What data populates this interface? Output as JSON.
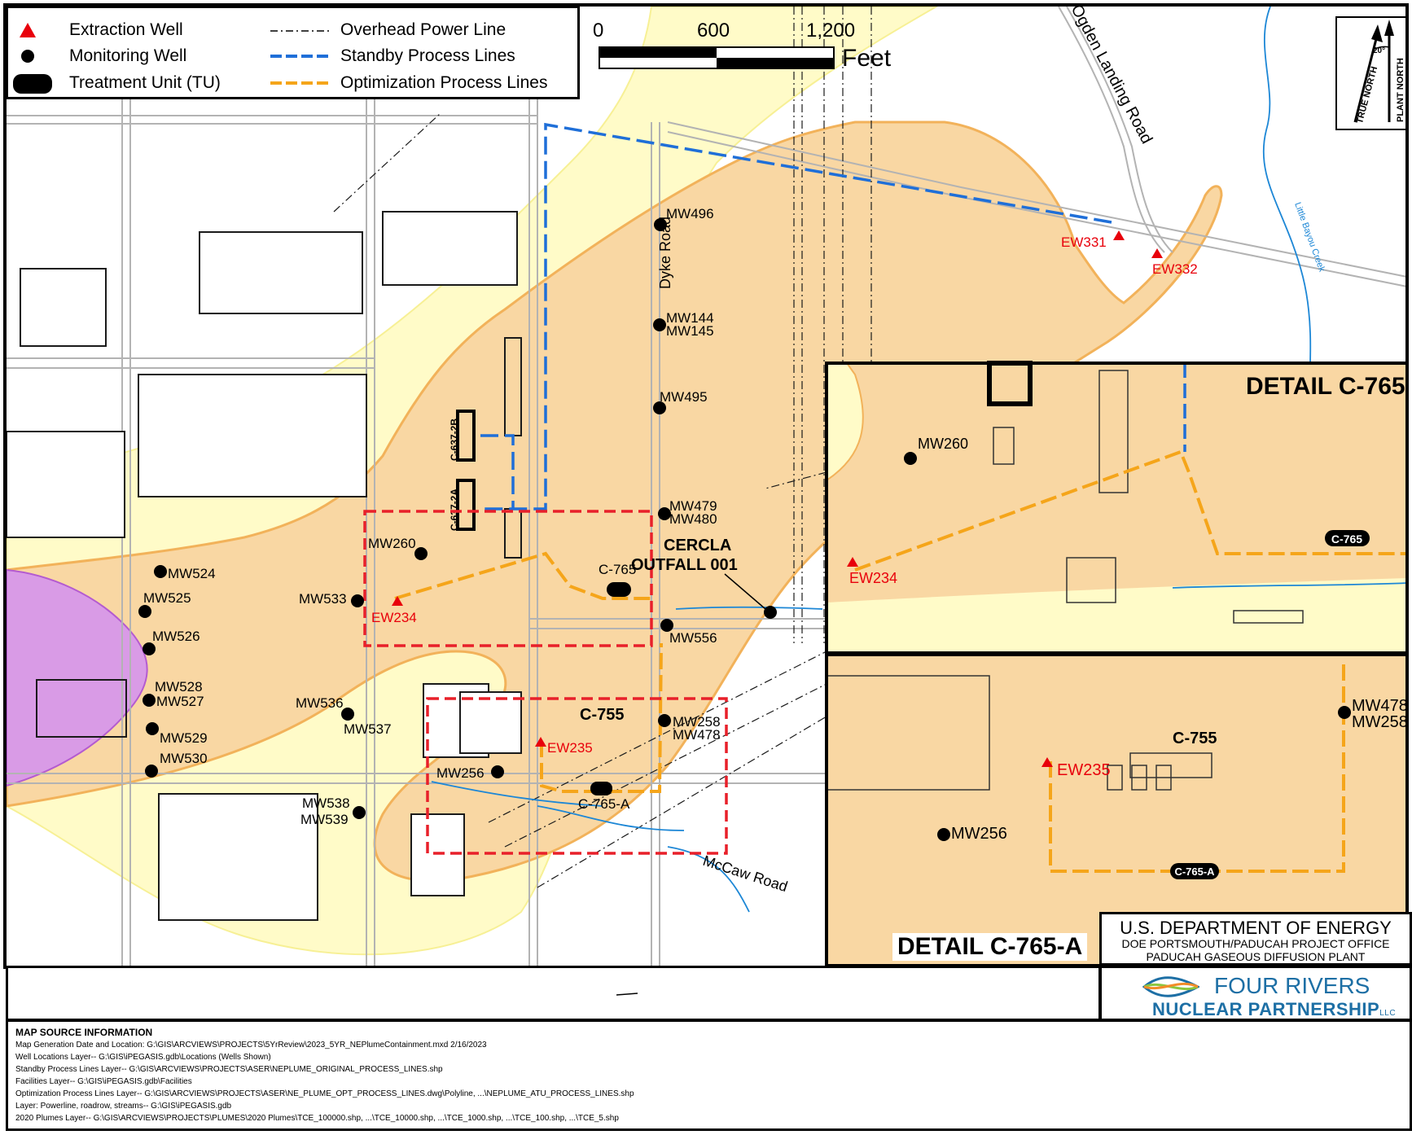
{
  "legend": {
    "extraction_well": "Extraction Well",
    "monitoring_well": "Monitoring Well",
    "treatment_unit": "Treatment Unit (TU)",
    "overhead_power_line": "Overhead Power Line",
    "standby_process_lines": "Standby Process Lines",
    "optimization_process_lines": "Optimization Process Lines"
  },
  "scale": {
    "labels": [
      "0",
      "600",
      "1,200"
    ],
    "units": "Feet"
  },
  "north_arrow": {
    "true_north": "TRUE NORTH",
    "plant_north": "PLANT NORTH",
    "angle": "20°"
  },
  "roads": {
    "ogden": "Ogden Landing Road",
    "dyke": "Dyke Road",
    "mccaw": "McCaw Road",
    "creek": "Little Bayou Creek"
  },
  "facilities": {
    "c765": "C-765",
    "c755": "C-755",
    "c765a": "C-765-A",
    "c6372b": "C-637-2B",
    "c6372a": "C-637-2A",
    "cercla_1": "CERCLA",
    "cercla_2": "OUTFALL 001"
  },
  "wells": {
    "mw496": "MW496",
    "mw144": "MW144",
    "mw145": "MW145",
    "mw495": "MW495",
    "mw479": "MW479",
    "mw480": "MW480",
    "mw260": "MW260",
    "mw524": "MW524",
    "mw525": "MW525",
    "mw533": "MW533",
    "mw526": "MW526",
    "mw528": "MW528",
    "mw527": "MW527",
    "mw529": "MW529",
    "mw530": "MW530",
    "mw536": "MW536",
    "mw537": "MW537",
    "mw538": "MW538",
    "mw539": "MW539",
    "mw256": "MW256",
    "mw258": "MW258",
    "mw478": "MW478",
    "mw556": "MW556",
    "ew331": "EW331",
    "ew332": "EW332",
    "ew234": "EW234",
    "ew235": "EW235"
  },
  "details": {
    "c765_title": "DETAIL C-765",
    "c765a_title": "DETAIL C-765-A"
  },
  "doe": {
    "line1": "U.S. DEPARTMENT OF ENERGY",
    "line2": "DOE PORTSMOUTH/PADUCAH PROJECT OFFICE",
    "line3": "PADUCAH GASEOUS DIFFUSION PLANT"
  },
  "frnp": {
    "line1": "FOUR RIVERS",
    "line2": "NUCLEAR PARTNERSHIP",
    "llc": "LLC"
  },
  "map_source": {
    "title": "MAP SOURCE INFORMATION",
    "lines": [
      "Map Generation Date and Location: G:\\GIS\\ARCVIEWS\\PROJECTS\\5YrReview\\2023_5YR_NEPlumeContainment.mxd 2/16/2023",
      "Well Locations Layer-- G:\\GIS\\iPEGASIS.gdb\\Locations (Wells Shown)",
      "Standby Process Lines Layer-- G:\\GIS\\ARCVIEWS\\PROJECTS\\ASER\\NEPLUME_ORIGINAL_PROCESS_LINES.shp",
      "Facilities Layer-- G:\\GIS\\iPEGASIS.gdb\\Facilities",
      "Optimization Process Lines Layer-- G:\\GIS\\ARCVIEWS\\PROJECTS\\ASER\\NE_PLUME_OPT_PROCESS_LINES.dwg\\Polyline, ...\\NEPLUME_ATU_PROCESS_LINES.shp",
      "Layer: Powerline, roadrow, streams-- G:\\GIS\\iPEGASIS.gdb",
      "2020 Plumes Layer-- G:\\GIS\\ARCVIEWS\\PROJECTS\\PLUMES\\2020 Plumes\\TCE_100000.shp, ...\\TCE_10000.shp, ...\\TCE_1000.shp, ...\\TCE_100.shp, ...\\TCE_5.shp"
    ]
  },
  "colors": {
    "plume_light": "#fffbc8",
    "plume_orange": "#f9d7a3",
    "plume_purple": "#d99be6",
    "extraction": "#e8000b",
    "standby": "#1f6fd8",
    "optimization": "#f5a51a",
    "detail_box": "#e8202a",
    "stream": "#1d87d6"
  }
}
